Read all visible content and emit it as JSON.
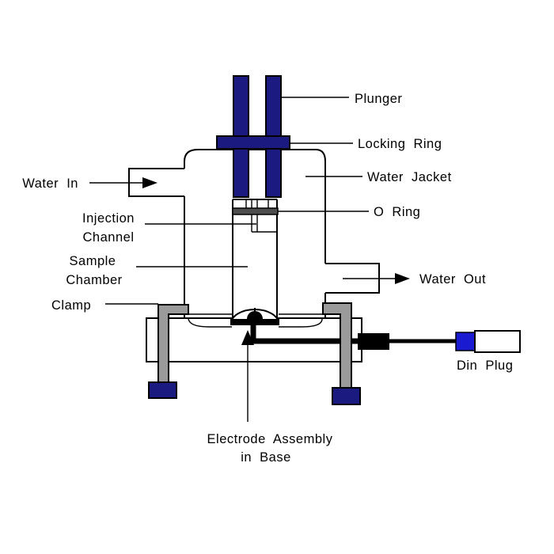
{
  "diagram": {
    "description": "Cross-section diagram of a water-jacketed sample cell with plunger and electrode assembly",
    "labels": {
      "plunger": "Plunger",
      "locking_ring": "Locking Ring",
      "water_jacket": "Water Jacket",
      "o_ring": "O Ring",
      "water_in": "Water In",
      "injection_channel_line1": "Injection",
      "injection_channel_line2": "Channel",
      "sample_chamber_line1": "Sample",
      "sample_chamber_line2": "Chamber",
      "clamp": "Clamp",
      "water_out": "Water Out",
      "din_plug": "Din Plug",
      "electrode_line1": "Electrode Assembly",
      "electrode_line2": "in Base"
    },
    "colors": {
      "navy": "#1a1a80",
      "plug_blue": "#1a1ad0",
      "clamp_gray": "#9a9a9a",
      "oring_gray": "#4d4d4d",
      "line_black": "#000000",
      "background": "#ffffff"
    }
  }
}
